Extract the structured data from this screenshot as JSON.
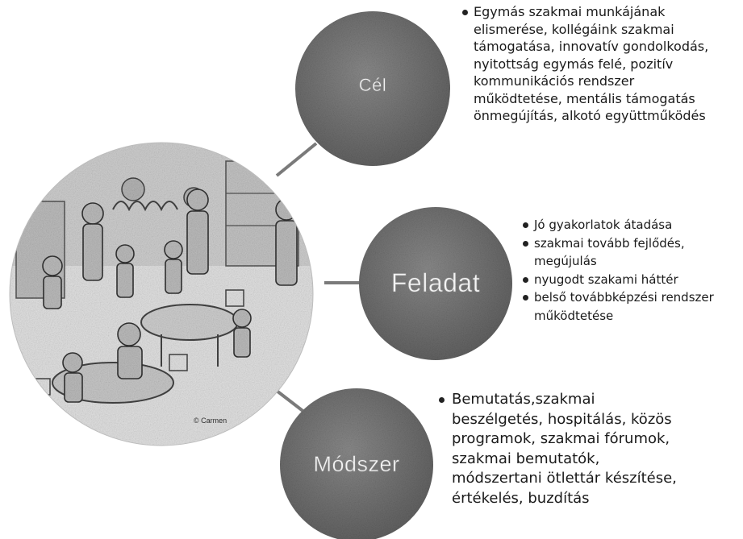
{
  "hub": {
    "image_name": "kindergarten-classroom-drawing",
    "signature_text": "© Carmen"
  },
  "nodes": [
    {
      "id": "cel",
      "label": "Cél",
      "items": [
        "Egymás szakmai munkájának elismerése, kollégáink szakmai támogatása, innovatív gondolkodás, nyitottság egymás felé, pozitív kommunikációs rendszer működtetése, mentális támogatás önmegújítás, alkotó együttműködés"
      ]
    },
    {
      "id": "feladat",
      "label": "Feladat",
      "items": [
        "Jó gyakorlatok átadása",
        "szakmai tovább fejlődés, megújulás",
        "nyugodt szakami háttér",
        "belső továbbképzési rendszer működtetése"
      ]
    },
    {
      "id": "modszer",
      "label": "Módszer",
      "items": [
        "Bemutatás,szakmai beszélgetés, hospitálás, közös programok, szakmai fórumok, szakmai bemutatók, módszertani ötlettár készítése, értékelés, buzdítás"
      ]
    }
  ],
  "colors": {
    "bubble_fill": "#6f6f6f",
    "connector": "#7a7a7a",
    "text": "#1a1a1a"
  }
}
